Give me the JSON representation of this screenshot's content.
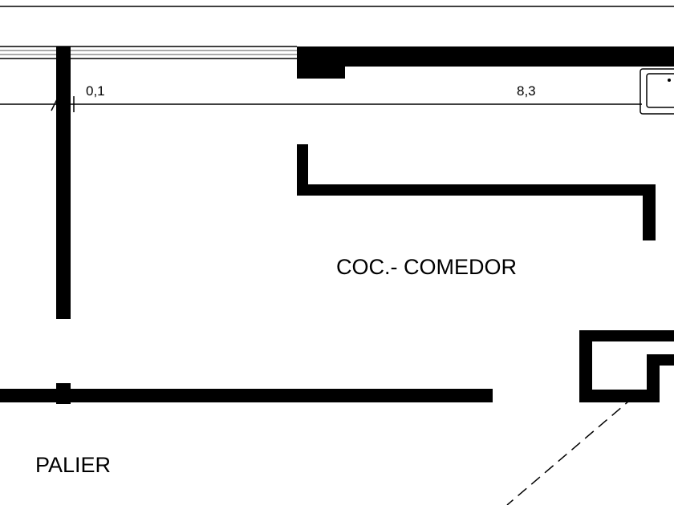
{
  "rooms": {
    "kitchen_dining": "COC.- COMEDOR",
    "landing": "PALIER"
  },
  "dimensions": {
    "left": "0,1",
    "right": "8,3"
  },
  "colors": {
    "wall": "#000000",
    "background": "#ffffff"
  }
}
